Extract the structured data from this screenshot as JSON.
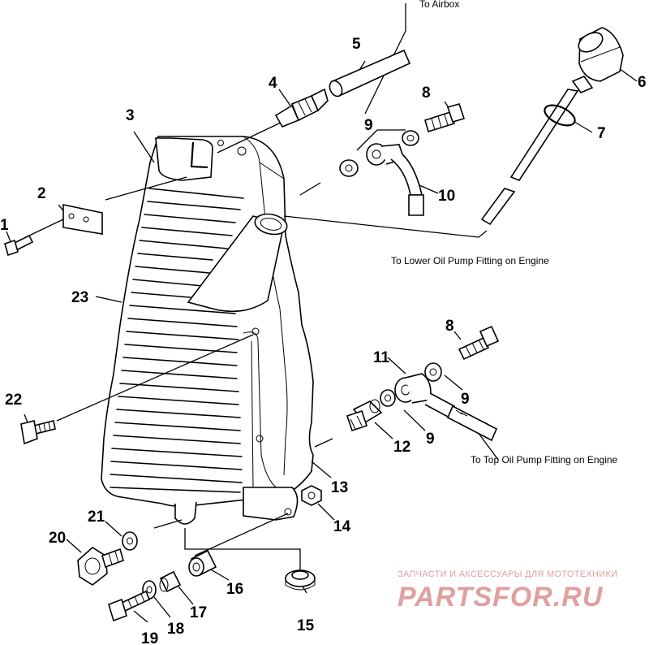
{
  "diagram": {
    "notes": {
      "to_airbox": "To Airbox",
      "to_lower_pump": "To Lower Oil Pump Fitting on Engine",
      "to_top_pump": "To Top Oil Pump Fitting on Engine"
    },
    "callouts": {
      "c1": "1",
      "c2": "2",
      "c3": "3",
      "c4": "4",
      "c5": "5",
      "c6": "6",
      "c7": "7",
      "c8a": "8",
      "c8b": "8",
      "c9a": "9",
      "c9b": "9",
      "c9c": "9",
      "c10": "10",
      "c11": "11",
      "c12": "12",
      "c13": "13",
      "c14": "14",
      "c15": "15",
      "c16": "16",
      "c17": "17",
      "c18": "18",
      "c19": "19",
      "c20": "20",
      "c21": "21",
      "c22": "22",
      "c23": "23"
    },
    "watermark": {
      "tagline": "ЗАПЧАСТИ И АКСЕССУАРЫ ДЛЯ МОТОТЕХНИКИ",
      "logo": "PARTSFOR.RU",
      "color": "#e0a0a0"
    }
  }
}
